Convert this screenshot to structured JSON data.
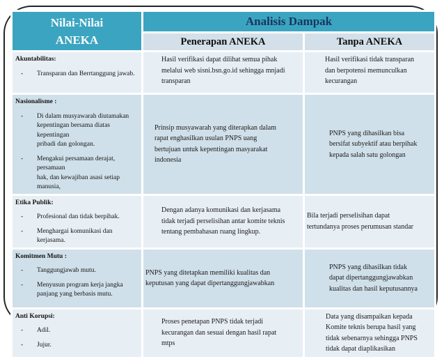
{
  "colors": {
    "accent_teal": "#3BA5C1",
    "group_header_text": "#17365D",
    "row_light": "#E7EEF4",
    "row_dark": "#D0E0EA",
    "subheader_bg": "#D4E0E9"
  },
  "ui": {
    "bullet": "-"
  },
  "header": {
    "col1_title": "Nilai-Nilai\nANEKA",
    "group_title": "Analisis Dampak",
    "sub_penerapan": "Penerapan ANEKA",
    "sub_tanpa": "Tanpa ANEKA"
  },
  "rows": [
    {
      "category": "Akuntabilitas:",
      "points": [
        "Transparan dan Berrtanggung jawab."
      ],
      "penerapan": "Hasil verifikasi dapat dilihat semua pihak\nmelalui web sisni.bsn.go.id sehingga mnjadi\ntransparan",
      "tanpa": "Hasil verifikasi tidak transparan\ndan berpotensi memunculkan\nkecurangan"
    },
    {
      "category": "Nasionalisme :",
      "points": [
        "Di dalam musyawarah diutamakan\nkepentingan bersama diatas kepentingan\npribadi dan golongan.",
        "Mengakui persamaan derajat, persamaan\nhak, dan kewajiban asasi setiap\nmanusia,"
      ],
      "penerapan": "Prinsip musyawarah yang diterapkan dalam\nrapat enghasilkan usulan PNPS uang\nbertujuan untuk kepentingan masyarakat\nindonesia",
      "tanpa": "PNPS yang dihasilkan bisa\nbersifat subyektif atau berpihak\nkepada salah satu golongan"
    },
    {
      "category": "Etika Publik:",
      "points": [
        "Profesional  dan tidak berpihak.",
        "Menghargai komunikasi dan kerjasama."
      ],
      "penerapan": "Dengan adanya komunikasi dan kerjasama\ntidak terjadi perselisihan antar komite teknis\ntentang pembahasan ruang lingkup.",
      "tanpa": "Bila terjadi perselisihan dapat\ntertundanya proses perumusan standar"
    },
    {
      "category": "Komitmen Mutu :",
      "points": [
        "Tanggungjawab mutu.",
        "Menyusun program kerja jangka\npanjang yang berbasis mutu."
      ],
      "penerapan": "PNPS yang ditetapkan memiliki kualitas dan\nkeputusan yang dapat dipertanggungjawabkan",
      "tanpa": "PNPS yang dihasilkan tidak\ndapat dipertanggungjawabkan\nkualitas dan hasil keputusannya"
    },
    {
      "category": "Anti Korupsi:",
      "points": [
        "Adil.",
        "Jujur."
      ],
      "penerapan": "Proses penetapan PNPS tidak terjadi\nkecurangan dan sesuai dengan hasil rapat\nmtps",
      "tanpa": "Data yang disampaikan kepada\nKomite teknis berupa hasil yang\ntidak sebenarnya sehingga PNPS\ntidak dapat diaplikasikan"
    }
  ]
}
